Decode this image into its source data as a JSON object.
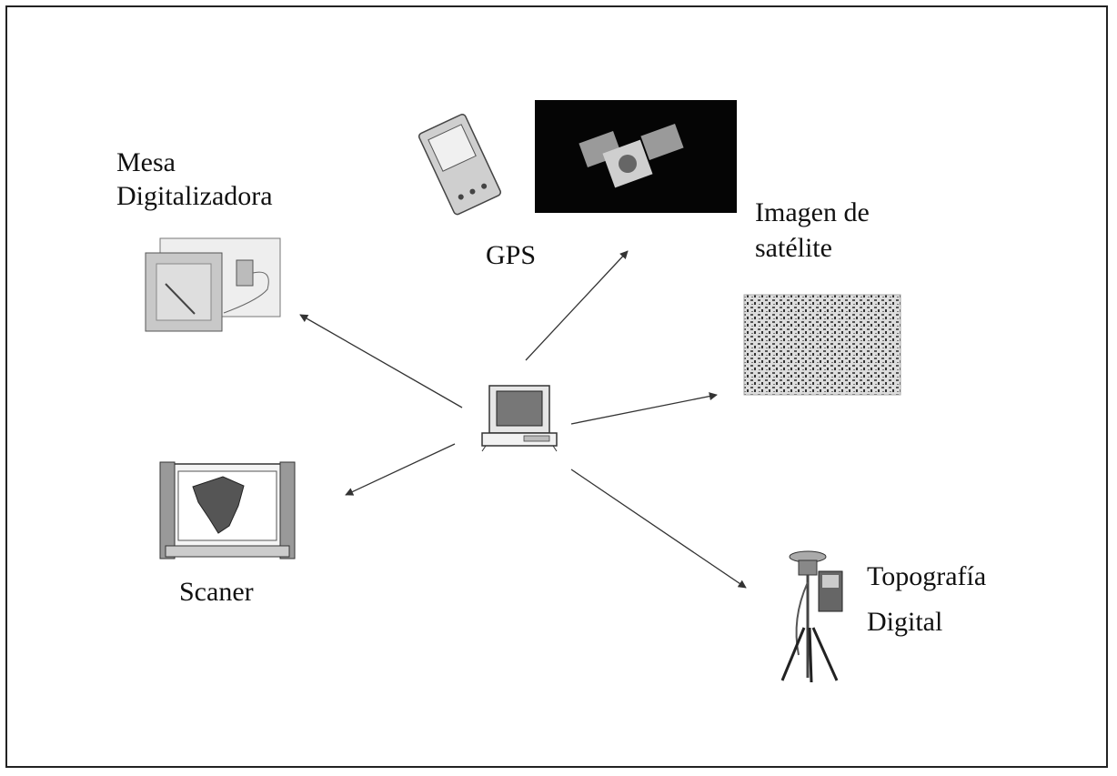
{
  "labels": {
    "mesa_line1": "Mesa",
    "mesa_line2": "Digitalizadora",
    "gps": "GPS",
    "imagen_line1": "Imagen de",
    "imagen_line2": "satélite",
    "scaner": "Scaner",
    "topografia_line1": "Topografía",
    "topografia_line2": "Digital"
  },
  "icons": {
    "computer": "computer-icon",
    "tablet": "digitizer-tablet-icon",
    "gps_device": "gps-receiver-icon",
    "satellite": "satellite-icon",
    "satellite_image": "satellite-image-icon",
    "scanner": "scanner-icon",
    "survey": "survey-station-icon"
  },
  "colors": {
    "frame": "#222222",
    "arrow": "#333333",
    "text": "#111111"
  }
}
